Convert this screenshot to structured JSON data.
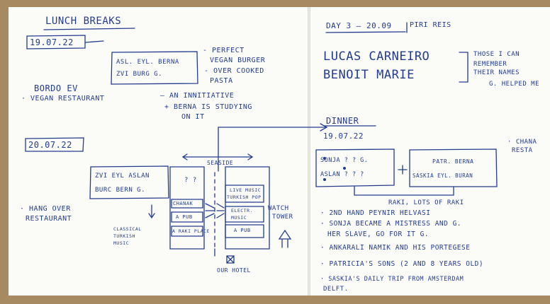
{
  "colors": {
    "ink": "#233c8e",
    "board": "#a88a62",
    "paper": "#fbfbf8"
  },
  "left": {
    "heading": "LUNCH BREAKS",
    "date1": "19.07.22",
    "seat1_row1": "ASL. EYL. BERNA",
    "seat1_row2": "ZVI BURG G.",
    "review1": "- PERFECT",
    "review2": "VEGAN BURGER",
    "review3": "- OVER COOKED",
    "review4": "PASTA",
    "place1": "BORDO EV",
    "place2": "· VEGAN RESTAURANT",
    "initiative": "— AN INNITIATIVE",
    "berna1": "+ BERNA IS STUDYING",
    "berna2": "ON IT",
    "date2": "20.07.22",
    "seat2_row1": "ZVI EYL ASLAN",
    "seat2_row2": "BURC BERN G.",
    "hang1": "· HANG OVER",
    "hang2": "RESTAURANT",
    "map": {
      "seaside": "SEASIDE",
      "chanak": "CHANAK",
      "pub1": "A PUB",
      "raki": "A RAKI PLACE",
      "classical": [
        "CLASSICAL",
        "TURKISH",
        "MUSIC"
      ],
      "live": [
        "LIVE MUSIC",
        "TURKISH POP"
      ],
      "electric": [
        "ELECTR.",
        "MUSIC"
      ],
      "pub2": "A PUB",
      "watch": [
        "WATCH",
        "TOWER"
      ],
      "hotel": "OUR HOTEL",
      "question": "? ?"
    }
  },
  "right": {
    "day": "DAY 3 — 20.09",
    "place": "PIRI REIS",
    "name1": "LUCAS CARNEIRO",
    "name2": "BENOIT MARIE",
    "remember1": "THOSE I CAN",
    "remember2": "REMEMBER",
    "remember3": "THEIR NAMES",
    "remember4": "G. HELPED ME",
    "dinner": "DINNER",
    "date": "19.07.22",
    "table1_row1": "SONJA ? ? G.",
    "table1_row2": "ASLAN ? ? ?",
    "table2_row1": "PATR. BERNA",
    "table2_row2": "SASKIA EYL. BURAN",
    "chana1": "· CHANA",
    "chana2": "RESTA",
    "raki_line": "RAKI, LOTS OF RAKI",
    "notes": [
      "· 2ND HAND PEYNIR HELVASI",
      "· SONJA BECAME A MISTRESS AND G.",
      "HER SLAVE, GO FOR IT G.",
      "· ANKARALI NAMIK AND HIS PORTEGESE",
      "· PATRICIA'S SONS (2 AND 8 YEARS OLD)",
      "· SASKIA'S DAILY TRIP FROM AMSTERDAM",
      "DELFT."
    ]
  }
}
